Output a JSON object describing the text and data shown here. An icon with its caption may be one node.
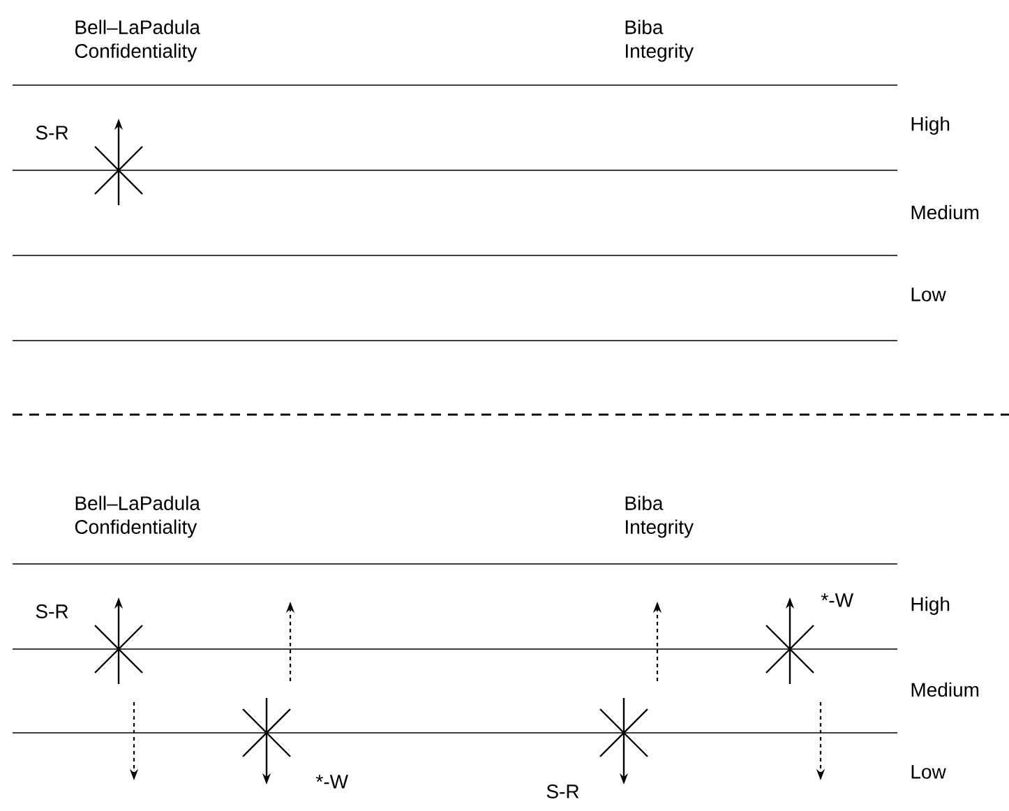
{
  "diagram": {
    "labels": [
      "Bell–LaPadula Confidentiality",
      "Biba Integrity",
      "S-R",
      "High",
      "Medium",
      "Low",
      "Bell–LaPadula Confidentiality",
      "Biba Integrity",
      "S-R",
      "*-W",
      "High",
      "Medium",
      "*-W",
      "Low",
      "S-R"
    ]
  }
}
